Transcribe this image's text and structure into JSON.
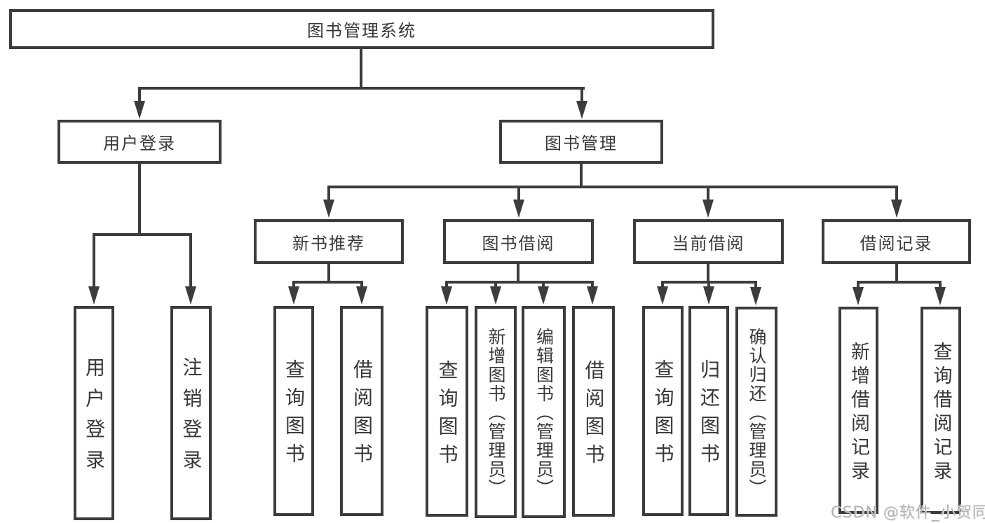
{
  "tree": {
    "root": {
      "label": "图书管理系统"
    },
    "level2": [
      {
        "label": "用户登录",
        "children": [
          {
            "label": "用户登录"
          },
          {
            "label": "注销登录"
          }
        ]
      },
      {
        "label": "图书管理",
        "children": [
          {
            "label": "新书推荐",
            "children": [
              {
                "label": "查询图书"
              },
              {
                "label": "借阅图书"
              }
            ]
          },
          {
            "label": "图书借阅",
            "children": [
              {
                "label": "查询图书"
              },
              {
                "label": "新增图书（管理员）"
              },
              {
                "label": "编辑图书（管理员）"
              },
              {
                "label": "借阅图书"
              }
            ]
          },
          {
            "label": "当前借阅",
            "children": [
              {
                "label": "查询图书"
              },
              {
                "label": "归还图书"
              },
              {
                "label": "确认归还（管理员）"
              }
            ]
          },
          {
            "label": "借阅记录",
            "children": [
              {
                "label": "新增借阅记录"
              },
              {
                "label": "查询借阅记录"
              }
            ]
          }
        ]
      }
    ]
  },
  "watermark": {
    "text": "CSDN @软件_小贺同学"
  },
  "colors": {
    "line": "#3c3c3c",
    "text": "#383838",
    "background": "#ffffff",
    "watermark": "#b3b3b3"
  }
}
